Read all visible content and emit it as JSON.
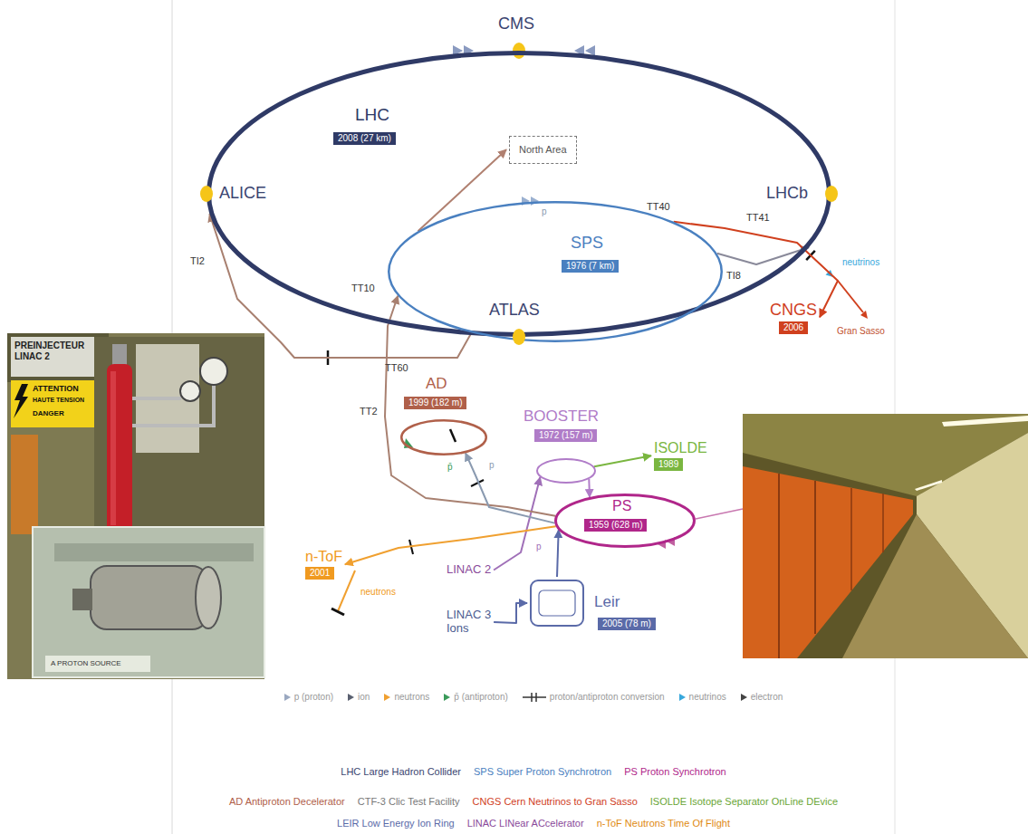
{
  "diagram": {
    "nodes": [
      {
        "text": [
          "CMS"
        ]
      },
      {
        "text": [
          "LHC",
          "2008 (27 km)"
        ]
      },
      {
        "text": [
          "North Area"
        ]
      },
      {
        "text": [
          "ALICE"
        ]
      },
      {
        "text": [
          "LHCb"
        ]
      },
      {
        "text": [
          "SPS",
          "1976 (7 km)"
        ]
      },
      {
        "text": [
          "ATLAS"
        ]
      },
      {
        "text": [
          "CNGS",
          "2006"
        ]
      },
      {
        "text": [
          "AD",
          "1999 (182 m)"
        ]
      },
      {
        "text": [
          "BOOSTER",
          "1972 (157 m)"
        ]
      },
      {
        "text": [
          "ISOLDE",
          "1989"
        ]
      },
      {
        "text": [
          "n-ToF",
          "2001"
        ]
      },
      {
        "text": [
          "PS",
          "1959 (628 m)"
        ]
      },
      {
        "text": [
          "LINAC 2"
        ]
      },
      {
        "text": [
          "Leir",
          "2005 (78 m)"
        ]
      },
      {
        "text": [
          "LINAC 3",
          "Ions"
        ]
      }
    ],
    "edges": [
      {
        "from": 13,
        "to": 9,
        "arrow": "to"
      },
      {
        "from": 9,
        "to": 12,
        "arrow": "to"
      },
      {
        "from": 9,
        "to": 10,
        "arrow": "to"
      },
      {
        "from": 15,
        "to": 14,
        "arrow": "to"
      },
      {
        "from": 14,
        "to": 12,
        "arrow": "to"
      },
      {
        "from": 12,
        "to": 5,
        "arrow": "to",
        "label": "TT10"
      },
      {
        "from": 12,
        "to": 8,
        "arrow": "to"
      },
      {
        "from": 12,
        "to": 11,
        "arrow": "to"
      },
      {
        "from": 5,
        "to": 2,
        "arrow": "to"
      },
      {
        "from": 5,
        "to": 1,
        "arrow": "to",
        "label": "TI2"
      },
      {
        "from": 5,
        "to": 1,
        "arrow": "to",
        "label": "TI8"
      },
      {
        "from": 5,
        "to": 7,
        "arrow": "to",
        "label": "TT41"
      }
    ],
    "labels": [
      "TT40",
      "TT60",
      "TT2",
      "p",
      "p",
      "p̄",
      "p",
      "neutrinos",
      "Gran Sasso",
      "neutrons",
      "PREINJECTEUR LINAC 2",
      "ATTENTION",
      "HAUTE TENSION",
      "DANGER",
      "A PROTON SOURCE",
      "LHC Large Hadron Collider",
      "SPS Super Proton Synchrotron",
      "PS Proton Synchrotron",
      "AD Antiproton Decelerator",
      "CTF-3 Clic Test Facility",
      "CNGS Cern Neutrinos to Gran Sasso",
      "ISOLDE Isotope Separator OnLine DEvice",
      "LEIR Low Energy Ion Ring",
      "LINAC LINear ACcelerator",
      "n-ToF Neutrons Time Of Flight"
    ],
    "legend": [
      {
        "text": "p (proton)",
        "color": "#9aa8c0"
      },
      {
        "text": "ion",
        "color": "#5a6070"
      },
      {
        "text": "neutrons",
        "color": "#f0a030"
      },
      {
        "text": "p̄ (antiproton)",
        "color": "#3a9a5a"
      },
      {
        "text": "proton/antiproton conversion"
      },
      {
        "text": "neutrinos",
        "color": "#38a8dc"
      },
      {
        "text": "electron",
        "color": "#444444"
      }
    ]
  }
}
